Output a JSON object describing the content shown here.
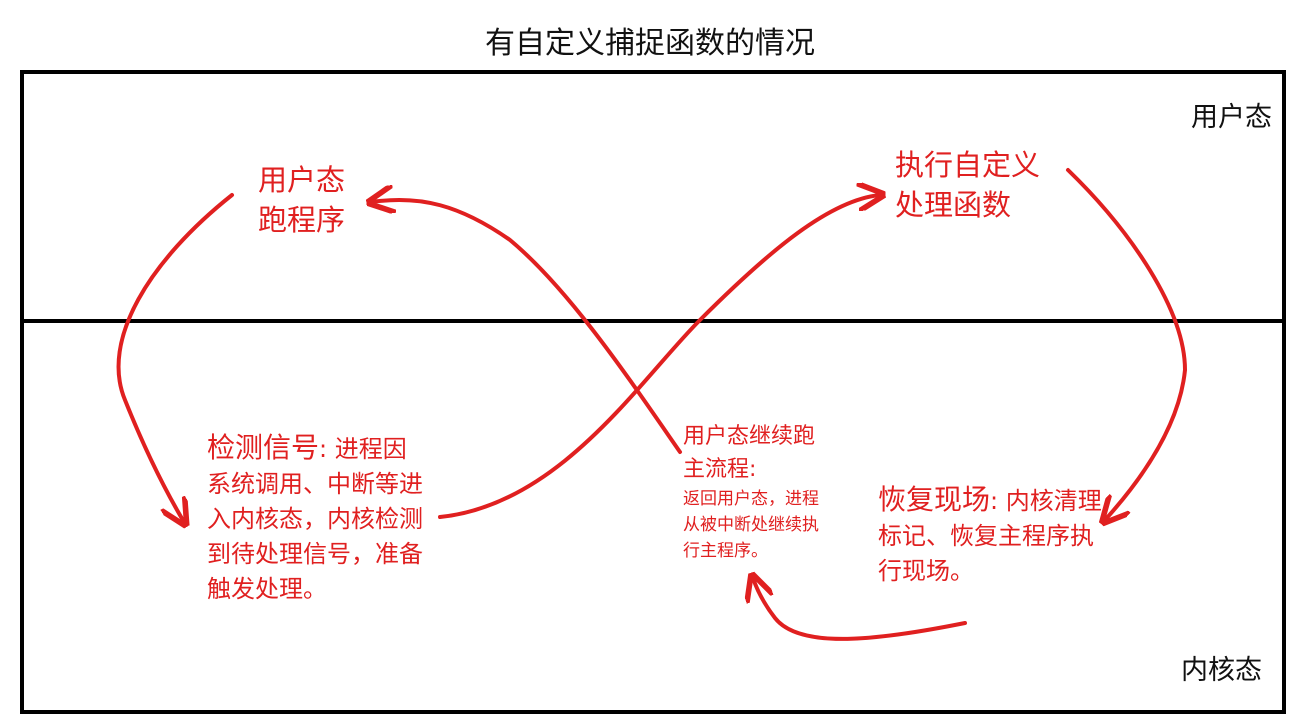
{
  "title": "有自定义捕捉函数的情况",
  "zones": {
    "user": "用户态",
    "kernel": "内核态"
  },
  "nodes": {
    "user_run": {
      "line1": "用户态",
      "line2": "跑程序"
    },
    "handler": {
      "line1": "执行自定义",
      "line2": "处理函数"
    },
    "detect": {
      "head": "检测信号",
      "body": ": 进程因系统调用、中断等进入内核态，内核检测到待处理信号，准备触发处理。"
    },
    "restore": {
      "head": "恢复现场",
      "body": ": 内核清理标记、恢复主程序执行现场。"
    },
    "resume": {
      "head": "用户态继续跑主流程:",
      "body": "返回用户态，进程从被中断处继续执行主程序。"
    }
  },
  "colors": {
    "accent": "#e02020",
    "line": "#000000"
  }
}
